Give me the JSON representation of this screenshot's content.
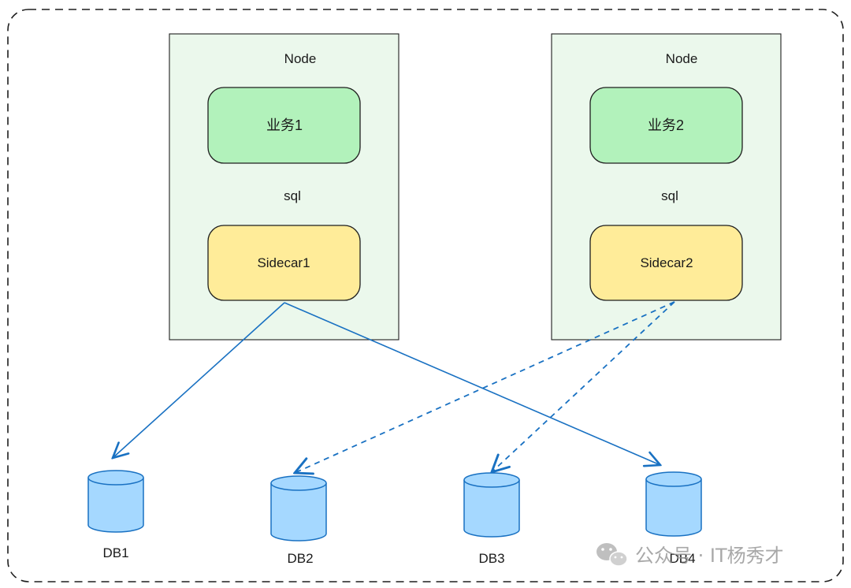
{
  "nodes": [
    {
      "label": "Node",
      "service": "业务1",
      "protocol": "sql",
      "sidecar": "Sidecar1"
    },
    {
      "label": "Node",
      "service": "业务2",
      "protocol": "sql",
      "sidecar": "Sidecar2"
    }
  ],
  "databases": [
    {
      "label": "DB1"
    },
    {
      "label": "DB2"
    },
    {
      "label": "DB3"
    },
    {
      "label": "DB4"
    }
  ],
  "connections": [
    {
      "from": "Sidecar1",
      "to": "DB1",
      "style": "solid"
    },
    {
      "from": "Sidecar1",
      "to": "DB4",
      "style": "solid"
    },
    {
      "from": "Sidecar2",
      "to": "DB2",
      "style": "dashed"
    },
    {
      "from": "Sidecar2",
      "to": "DB3",
      "style": "dashed"
    }
  ],
  "watermark": {
    "text": "公众号 · IT杨秀才",
    "icon": "wechat-icon"
  },
  "colors": {
    "node_fill": "#ebf8ec",
    "service_fill": "#b2f2bb",
    "sidecar_fill": "#ffec99",
    "db_fill": "#a5d8ff",
    "arrow": "#1971c2",
    "stroke": "#1e1e1e"
  }
}
